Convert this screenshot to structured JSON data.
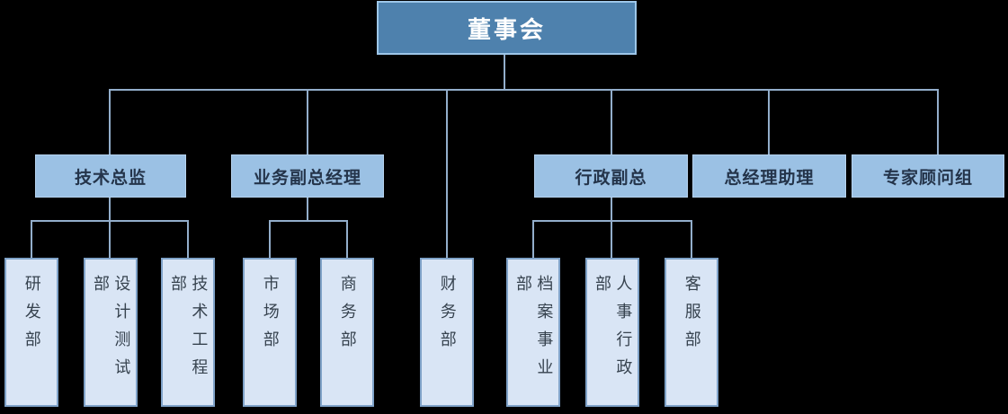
{
  "colors": {
    "background": "#000000",
    "root_fill": "#4E81AD",
    "root_border": "#9DC6E8",
    "root_text": "#FFFFFF",
    "level2_fill": "#9BC1E4",
    "level2_text": "#24344A",
    "level3_fill": "#D9E5F5",
    "level3_border": "#7FA2C8",
    "level3_text": "#37434F",
    "connector_line": "#93AECB"
  },
  "nodes": {
    "root": {
      "label": "董事会"
    },
    "level2": [
      {
        "label": "技术总监",
        "reports_to": "董事会"
      },
      {
        "label": "业务副总经理",
        "reports_to": "董事会"
      },
      {
        "label": "行政副总",
        "reports_to": "董事会"
      },
      {
        "label": "总经理助理",
        "reports_to": "董事会"
      },
      {
        "label": "专家顾问组",
        "reports_to": "董事会"
      }
    ],
    "level3": [
      {
        "label": "研发部",
        "reports_to": "技术总监"
      },
      {
        "label": "设计测试部",
        "reports_to": "技术总监"
      },
      {
        "label": "技术工程部",
        "reports_to": "技术总监"
      },
      {
        "label": "市场部",
        "reports_to": "业务副总经理"
      },
      {
        "label": "商务部",
        "reports_to": "业务副总经理"
      },
      {
        "label": "财务部",
        "reports_to": "董事会"
      },
      {
        "label": "档案事业部",
        "reports_to": "行政副总"
      },
      {
        "label": "人事行政部",
        "reports_to": "行政副总"
      },
      {
        "label": "客服部",
        "reports_to": "行政副总"
      }
    ]
  }
}
